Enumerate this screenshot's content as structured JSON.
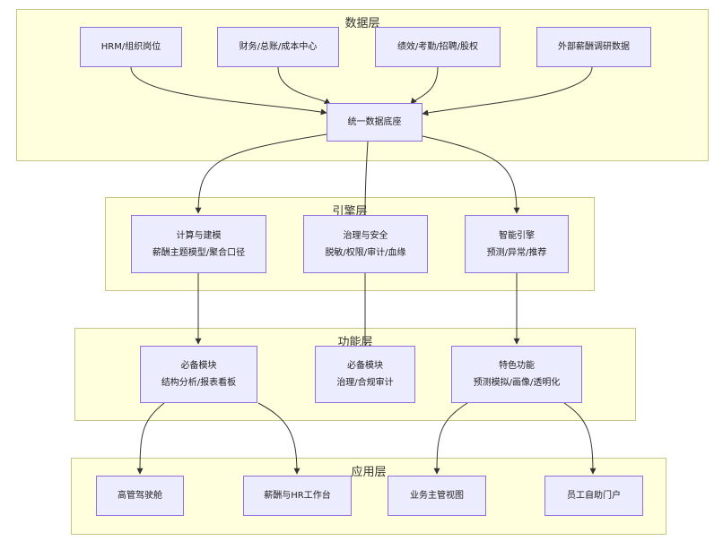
{
  "layers": {
    "data": {
      "title": "数据层",
      "nodes": {
        "hrm": "HRM/组织岗位",
        "finance": "财务/总账/成本中心",
        "performance": "绩效/考勤/招聘/股权",
        "external": "外部薪酬调研数据",
        "unified": "统一数据底座"
      }
    },
    "engine": {
      "title": "引擎层",
      "nodes": {
        "compute": {
          "title": "计算与建模",
          "sub": "薪酬主题模型/聚合口径"
        },
        "governance": {
          "title": "治理与安全",
          "sub": "脱敏/权限/审计/血缘"
        },
        "intelligence": {
          "title": "智能引擎",
          "sub": "预测/异常/推荐"
        }
      }
    },
    "function": {
      "title": "功能层",
      "nodes": {
        "required_a": {
          "title": "必备模块",
          "sub": "结构分析/报表看板"
        },
        "required_b": {
          "title": "必备模块",
          "sub": "治理/合规审计"
        },
        "featured": {
          "title": "特色功能",
          "sub": "预测模拟/画像/透明化"
        }
      }
    },
    "application": {
      "title": "应用层",
      "nodes": {
        "executive": "高管驾驶舱",
        "hr_workbench": "薪酬与HR工作台",
        "business_view": "业务主管视图",
        "self_service": "员工自助门户"
      }
    }
  },
  "colors": {
    "layer_fill": "#ffffde",
    "layer_border": "#c6c48a",
    "node_fill": "#ececff",
    "node_border": "#9370db",
    "edge": "#333333"
  }
}
